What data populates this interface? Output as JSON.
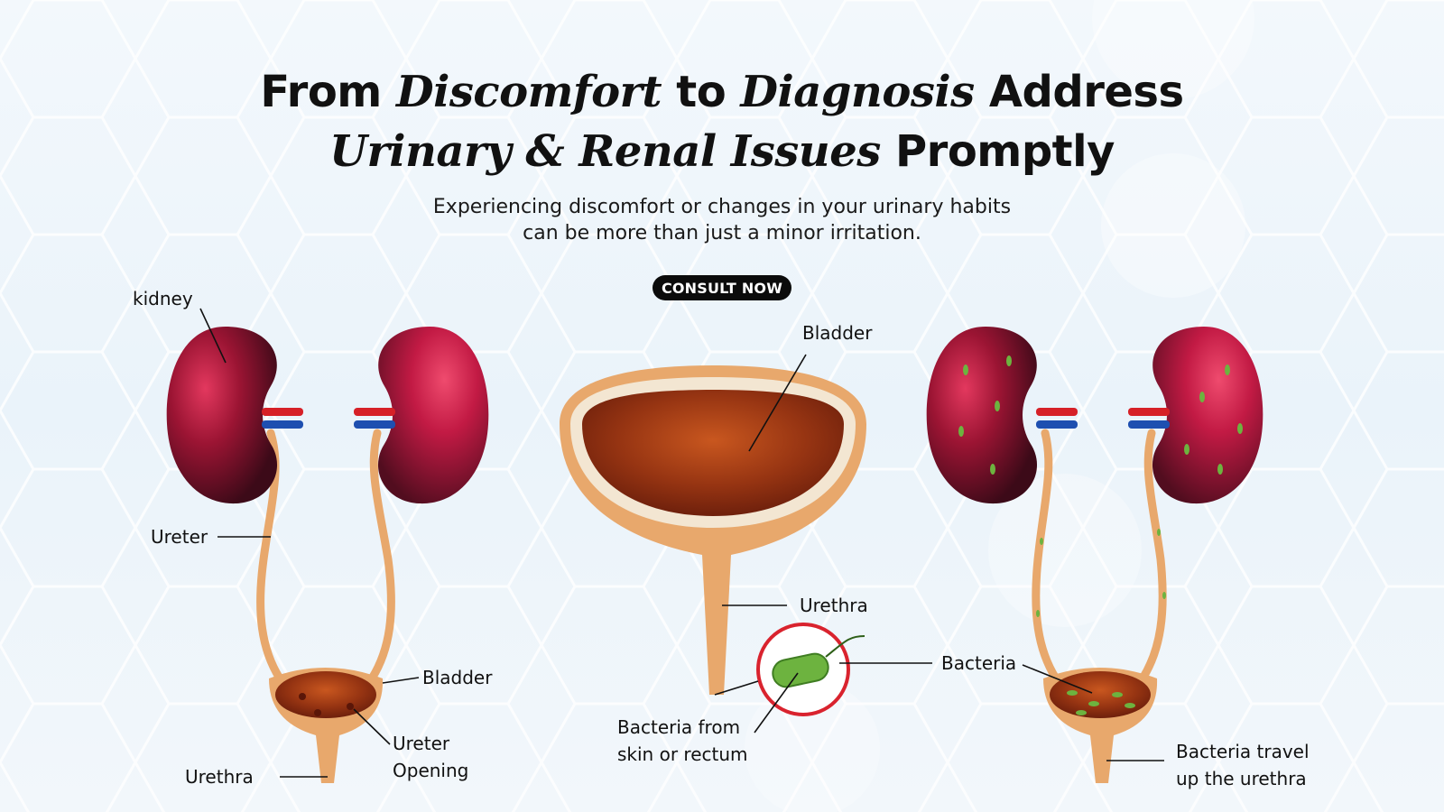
{
  "headline": {
    "line1": [
      {
        "text": "From ",
        "italic": false
      },
      {
        "text": "Discomfort",
        "italic": true
      },
      {
        "text": " to ",
        "italic": false
      },
      {
        "text": "Diagnosis",
        "italic": true
      },
      {
        "text": " Address",
        "italic": false
      }
    ],
    "line2": [
      {
        "text": "Urinary & Renal Issues",
        "italic": true
      },
      {
        "text": " Promptly",
        "italic": false
      }
    ]
  },
  "subtitle": {
    "line1": "Experiencing discomfort or changes in your urinary habits",
    "line2": "can be more than just a minor irritation."
  },
  "cta": {
    "label": "CONSULT NOW"
  },
  "labels": {
    "kidney": "kidney",
    "ureter": "Ureter",
    "bladder_left": "Bladder",
    "ureter_opening_1": "Ureter",
    "ureter_opening_2": "Opening",
    "urethra_left": "Urethra",
    "bladder_center": "Bladder",
    "urethra_center": "Urethra",
    "bacteria_from_1": "Bacteria from",
    "bacteria_from_2": "skin or rectum",
    "bacteria": "Bacteria",
    "bacteria_travel_1": "Bacteria travel",
    "bacteria_travel_2": "up the urethra"
  },
  "colors": {
    "kidney_dark": "#4a0f1e",
    "kidney_light": "#c41d48",
    "tube": "#e8a86c",
    "bladder_inner": "#8a2e12",
    "bacteria": "#6db33f",
    "magnifier_ring": "#d9232e",
    "artery": "#d62027",
    "vein": "#1e4fb0"
  },
  "icons": {
    "background": "hexagon-medical-pattern"
  }
}
